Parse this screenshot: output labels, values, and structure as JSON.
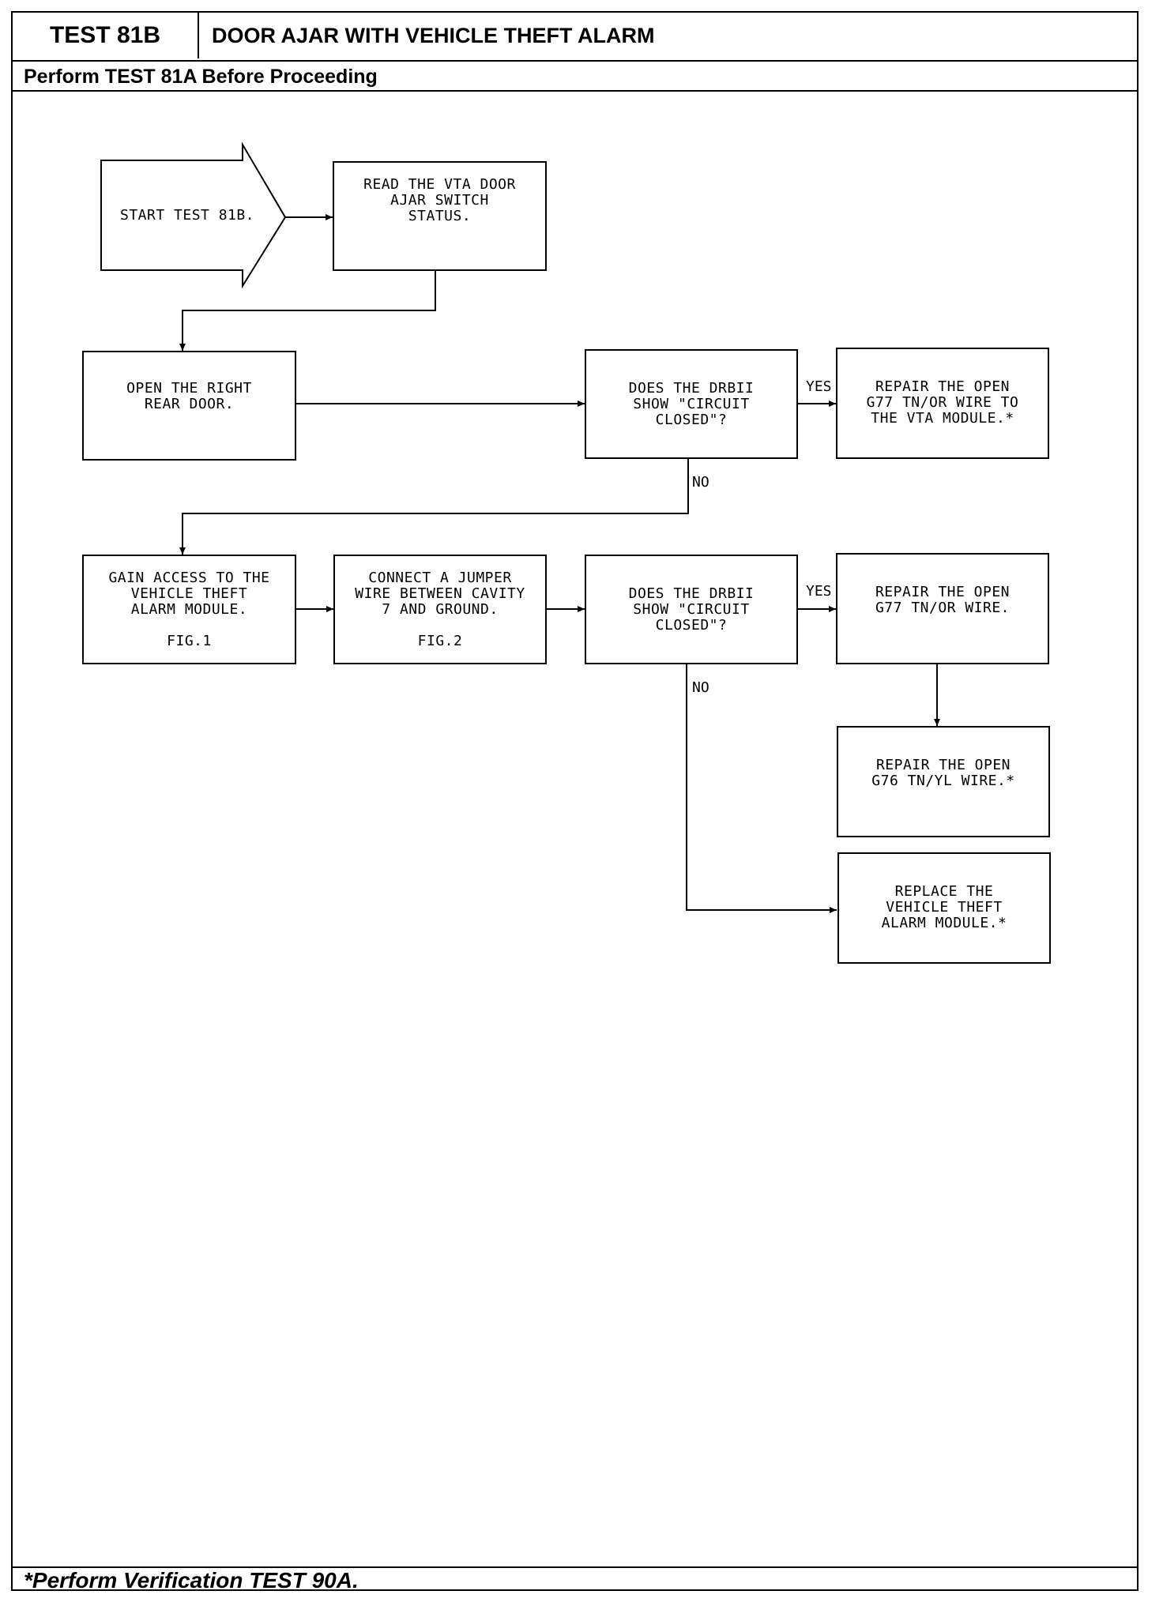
{
  "header": {
    "test_id": "TEST 81B",
    "title": "DOOR AJAR WITH VEHICLE THEFT ALARM",
    "prerequisite": "Perform TEST 81A Before Proceeding"
  },
  "flow": {
    "start": "START TEST 81B.",
    "read_status": "READ THE VTA DOOR\nAJAR SWITCH\nSTATUS.",
    "open_door": "OPEN THE RIGHT\nREAR DOOR.",
    "question1": "DOES THE DRBII\nSHOW \"CIRCUIT\nCLOSED\"?",
    "repair1": "REPAIR THE OPEN\nG77 TN/OR WIRE TO\nTHE VTA MODULE.*",
    "gain_access": "GAIN ACCESS TO THE\nVEHICLE THEFT\nALARM MODULE.",
    "gain_access_fig": "FIG.1",
    "connect_jumper": "CONNECT A JUMPER\nWIRE BETWEEN CAVITY\n7 AND GROUND.",
    "connect_jumper_fig": "FIG.2",
    "question2": "DOES THE DRBII\nSHOW \"CIRCUIT\nCLOSED\"?",
    "repair2": "REPAIR THE OPEN\nG77 TN/OR WIRE.",
    "repair3": "REPAIR THE OPEN\nG76 TN/YL WIRE.*",
    "replace": "REPLACE THE\nVEHICLE THEFT\nALARM MODULE.*",
    "yes_label": "YES",
    "no_label": "NO"
  },
  "footer": {
    "note": "*Perform Verification TEST 90A."
  }
}
